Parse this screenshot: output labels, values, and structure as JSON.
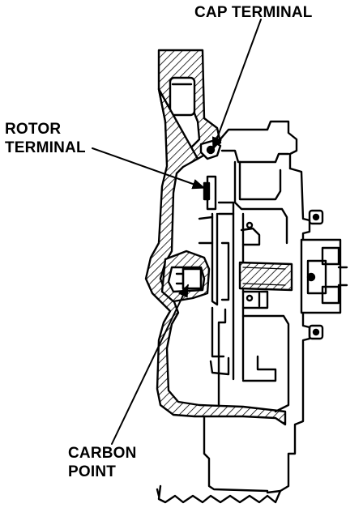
{
  "labels": {
    "cap_terminal": "CAP TERMINAL",
    "rotor_terminal": [
      "ROTOR",
      "TERMINAL"
    ],
    "carbon_point": [
      "CARBON",
      "POINT"
    ]
  },
  "colors": {
    "ink": "#000000",
    "paper": "#ffffff"
  }
}
